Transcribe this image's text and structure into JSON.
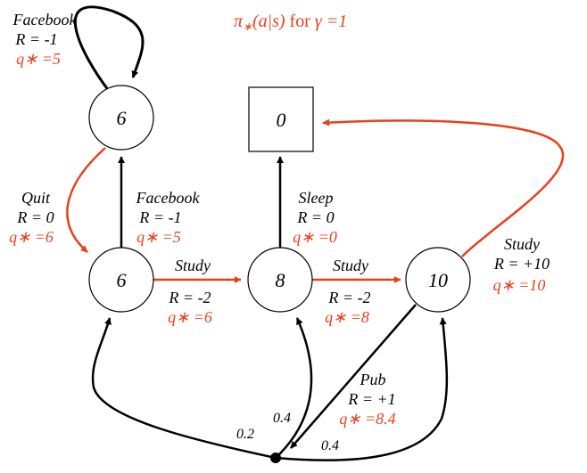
{
  "title": {
    "pi": "π",
    "star": "∗",
    "args": "(a|s)",
    "for": " for ",
    "gamma": "γ =1"
  },
  "colors": {
    "black": "#000000",
    "red": "#e8401c"
  },
  "nodes": {
    "facebook_state": "6",
    "class1": "6",
    "class2": "8",
    "class3": "10",
    "sleep": "0"
  },
  "edges": {
    "facebook_loop": {
      "action": "Facebook",
      "reward": "R = -1",
      "q": "q∗ =5"
    },
    "quit": {
      "action": "Quit",
      "reward": "R = 0",
      "q": "q∗ =6"
    },
    "facebook": {
      "action": "Facebook",
      "reward": "R = -1",
      "q": "q∗ =5"
    },
    "study1": {
      "action": "Study",
      "reward": "R = -2",
      "q": "q∗ =6"
    },
    "sleep": {
      "action": "Sleep",
      "reward": "R = 0",
      "q": "q∗ =0"
    },
    "study2": {
      "action": "Study",
      "reward": "R = -2",
      "q": "q∗ =8"
    },
    "study3": {
      "action": "Study",
      "reward": "R = +10",
      "q": "q∗ =10"
    },
    "pub": {
      "action": "Pub",
      "reward": "R = +1",
      "q": "q∗ =8.4"
    }
  },
  "probabilities": {
    "to_class1": "0.2",
    "to_class2": "0.4",
    "to_class3": "0.4"
  }
}
